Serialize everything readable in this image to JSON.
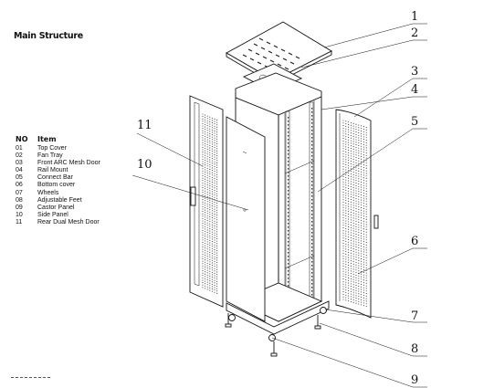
{
  "title": "Main Structure",
  "legend": {
    "header": {
      "no": "NO",
      "item": "Item"
    },
    "rows": [
      {
        "no": "01",
        "item": "Top Cover"
      },
      {
        "no": "02",
        "item": "Fan Tray"
      },
      {
        "no": "03",
        "item": "Front ARC Mesh Door"
      },
      {
        "no": "04",
        "item": "Rail Mount"
      },
      {
        "no": "05",
        "item": "Connect Bar"
      },
      {
        "no": "06",
        "item": "Bottom cover"
      },
      {
        "no": "07",
        "item": "Wheels"
      },
      {
        "no": "08",
        "item": "Adjustable Feet"
      },
      {
        "no": "09",
        "item": "Castor Panel"
      },
      {
        "no": "10",
        "item": "Side Panel"
      },
      {
        "no": "11",
        "item": "Rear Dual Mesh Door"
      }
    ]
  },
  "callouts": [
    "1",
    "2",
    "3",
    "4",
    "5",
    "6",
    "7",
    "8",
    "9",
    "10",
    "11"
  ]
}
